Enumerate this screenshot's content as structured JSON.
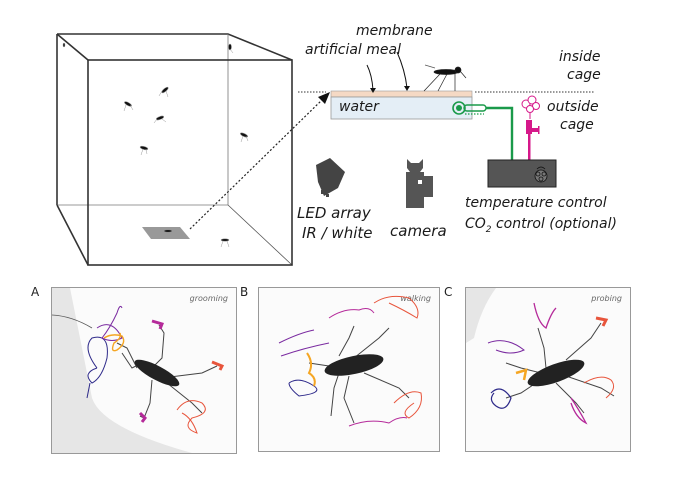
{
  "setup": {
    "labels": {
      "membrane": "membrane",
      "artificial_meal": "artificial meal",
      "water": "water",
      "inside_cage_1": "inside",
      "inside_cage_2": "cage",
      "outside_cage_1": "outside",
      "outside_cage_2": "cage",
      "led_1": "LED array",
      "led_2": "IR / white",
      "camera": "camera",
      "temp_control": "temperature control",
      "co2_control_prefix": "CO",
      "co2_sub": "2",
      "co2_control_suffix": " control (optional)"
    },
    "colors": {
      "tube": "#1a9a4a",
      "co2": "#d6188a",
      "water": "#e4eef6",
      "meal": "#f5d9c4",
      "box": "#555555"
    }
  },
  "panels": [
    {
      "letter": "A",
      "title": "grooming"
    },
    {
      "letter": "B",
      "title": "walking"
    },
    {
      "letter": "C",
      "title": "probing"
    }
  ],
  "track_colors": {
    "front_left": "#2e2a8a",
    "front_left_2": "#7a2aa0",
    "proboscis": "#f5a623",
    "mid": "#b52a9a",
    "hind": "#e8553c"
  }
}
